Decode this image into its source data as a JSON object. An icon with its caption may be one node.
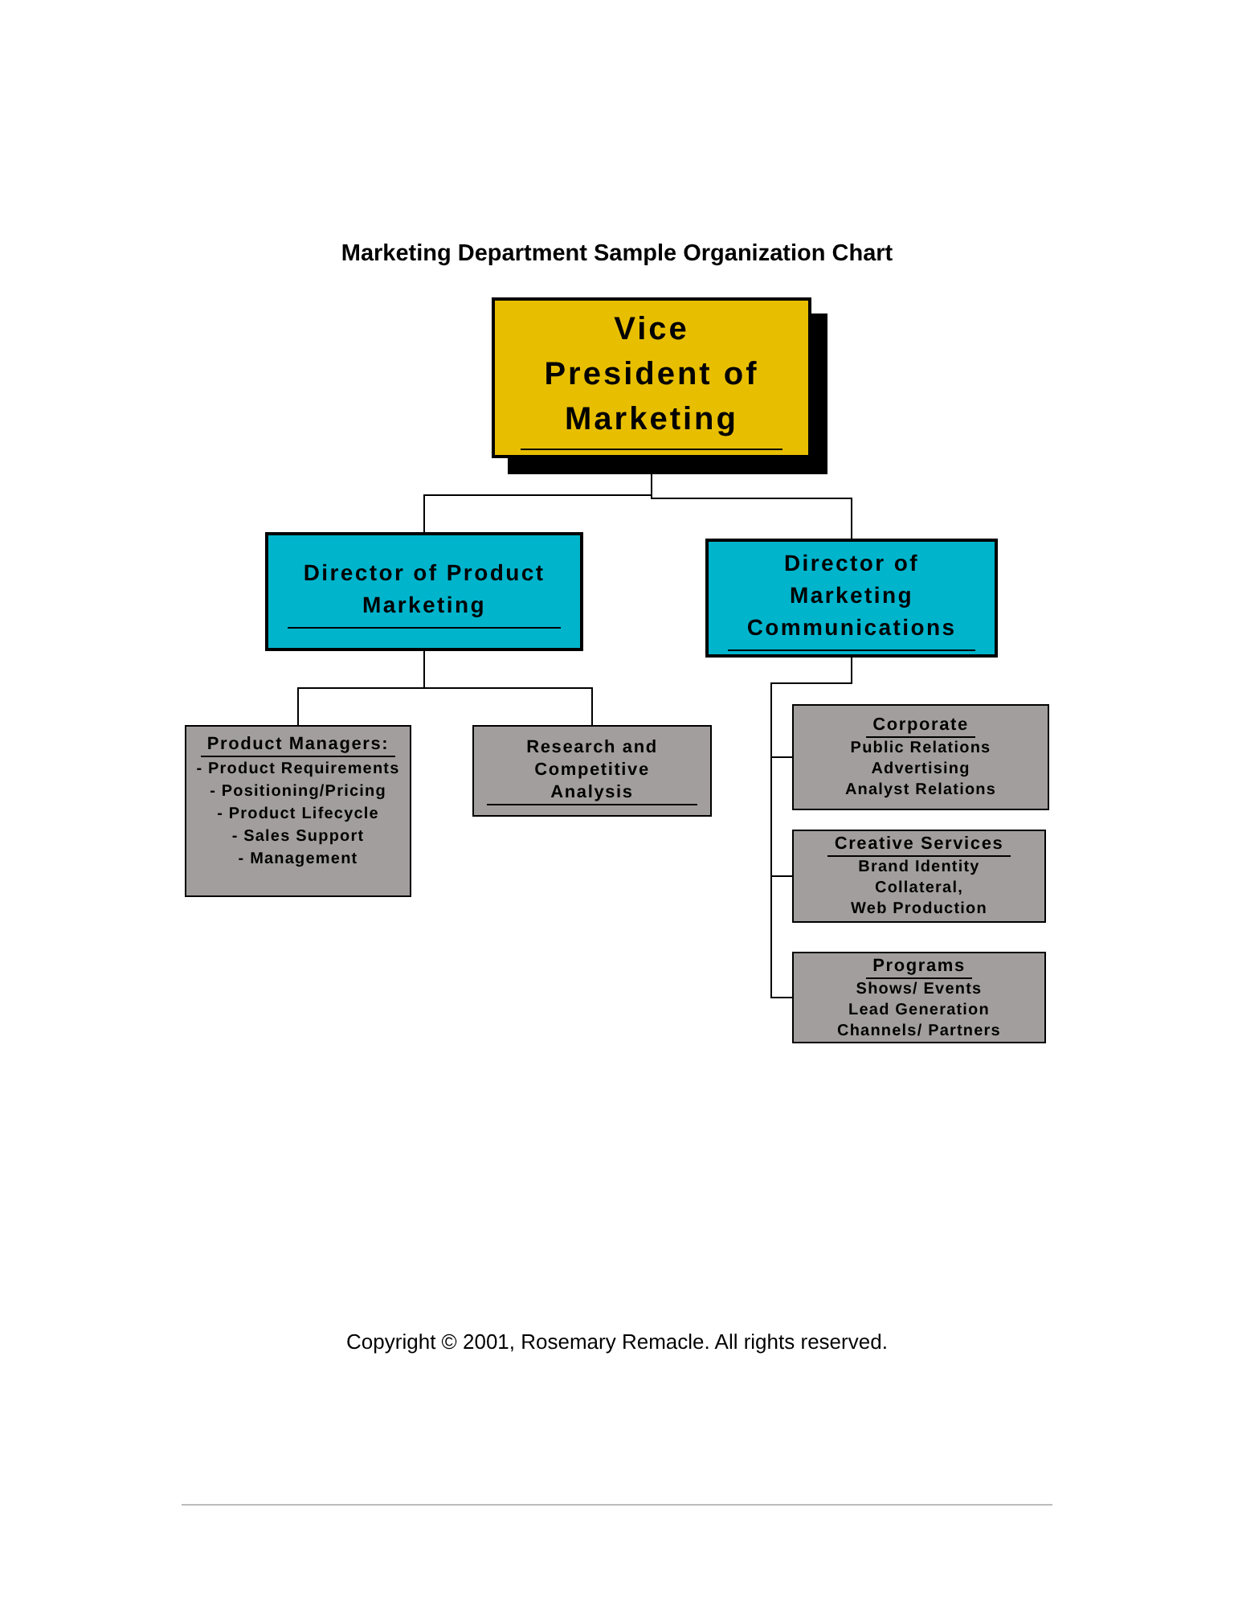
{
  "diagram": {
    "title": "Marketing Department Sample Organization Chart",
    "nodes": [
      {
        "text": [
          "Vice President of Marketing"
        ]
      },
      {
        "text": [
          "Director of Product Marketing"
        ]
      },
      {
        "text": [
          "Director of Marketing Communications"
        ]
      },
      {
        "text": [
          "Product Managers:",
          "- Product Requirements",
          "- Positioning/Pricing",
          "- Product Lifecycle",
          "- Sales Support",
          "- Management"
        ]
      },
      {
        "text": [
          "Research and Competitive Analysis"
        ]
      },
      {
        "text": [
          "Corporate",
          "Public Relations",
          "Advertising",
          "Analyst Relations"
        ]
      },
      {
        "text": [
          "Creative Services",
          "Brand Identity",
          "Collateral,",
          "Web Production"
        ]
      },
      {
        "text": [
          "Programs",
          "Shows/ Events",
          "Lead Generation",
          "Channels/ Partners"
        ]
      }
    ],
    "edges": [
      {
        "from": 0,
        "to": 1,
        "arrow": "none"
      },
      {
        "from": 0,
        "to": 2,
        "arrow": "none"
      },
      {
        "from": 1,
        "to": 3,
        "arrow": "none"
      },
      {
        "from": 1,
        "to": 4,
        "arrow": "none"
      },
      {
        "from": 2,
        "to": 5,
        "arrow": "none"
      },
      {
        "from": 2,
        "to": 6,
        "arrow": "none"
      },
      {
        "from": 2,
        "to": 7,
        "arrow": "none"
      }
    ],
    "labels": [
      "Copyright © 2001, Rosemary Remacle. All rights reserved."
    ]
  }
}
